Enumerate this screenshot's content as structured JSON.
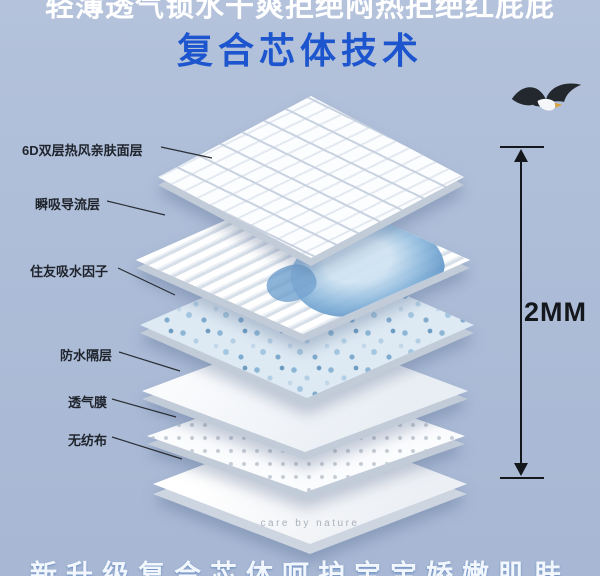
{
  "banner": {
    "top_cropped_text": "轻薄透气锁水干爽拒绝闷热拒绝红屁屁",
    "bottom_cropped_text": "新升级复合芯体呵护宝宝娇嫩肌肤"
  },
  "title": {
    "text": "复合芯体技术"
  },
  "layer_labels": [
    {
      "text": "6D双层热风亲肤面层",
      "layer": "top-sheet"
    },
    {
      "text": "瞬吸导流层",
      "layer": "diversion-layer"
    },
    {
      "text": "住友吸水因子",
      "layer": "sap-absorbent-layer"
    },
    {
      "text": "防水隔层",
      "layer": "waterproof-layer"
    },
    {
      "text": "透气膜",
      "layer": "breathable-film"
    },
    {
      "text": "无纺布",
      "layer": "nonwoven-fabric"
    }
  ],
  "dimension": {
    "label": "2MM"
  },
  "brand_watermark": "care by nature",
  "colors": {
    "background": "#adbdd8",
    "title": "#1c55cd",
    "splash_blue": "#5d93c6",
    "label_text": "#1f242c"
  }
}
